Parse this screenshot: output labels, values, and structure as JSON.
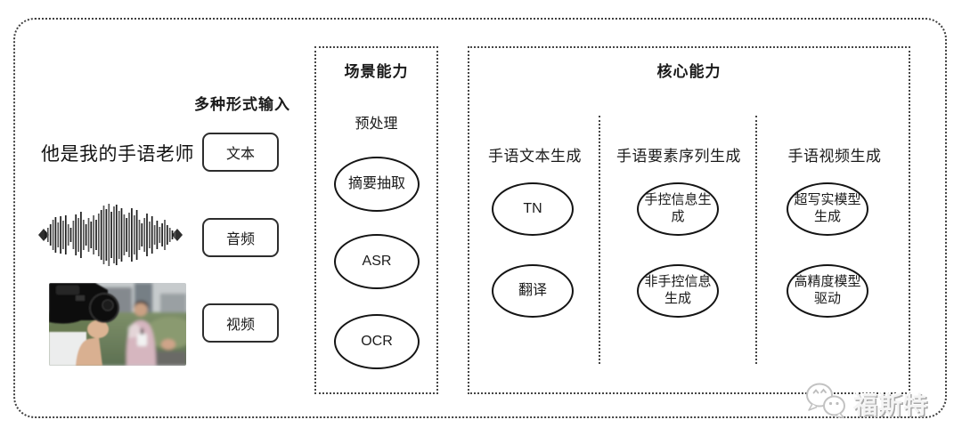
{
  "input_section": {
    "title": "多种形式输入",
    "text_example": "他是我的手语老师",
    "items": [
      {
        "label": "文本"
      },
      {
        "label": "音频"
      },
      {
        "label": "视频"
      }
    ],
    "media": [
      {
        "icon": "audio-waveform-image"
      },
      {
        "icon": "reporter-video-photo"
      }
    ]
  },
  "scene_section": {
    "title": "场景能力",
    "subtitle": "预处理",
    "capabilities": [
      "摘要抽取",
      "ASR",
      "OCR"
    ]
  },
  "core_section": {
    "title": "核心能力",
    "columns": [
      {
        "header": "手语文本生成",
        "capabilities": [
          "TN",
          "翻译"
        ]
      },
      {
        "header": "手语要素序列生成",
        "capabilities": [
          "手控信息生成",
          "非手控信息生成"
        ]
      },
      {
        "header": "手语视频生成",
        "capabilities": [
          "超写实模型生成",
          "高精度模型驱动"
        ]
      }
    ]
  },
  "watermark": {
    "text": "福斯特",
    "icon": "wechat-icon"
  },
  "colors": {
    "ink": "#1a1a1a",
    "border_dotted": "#3f3f3f",
    "background": "#ffffff"
  }
}
